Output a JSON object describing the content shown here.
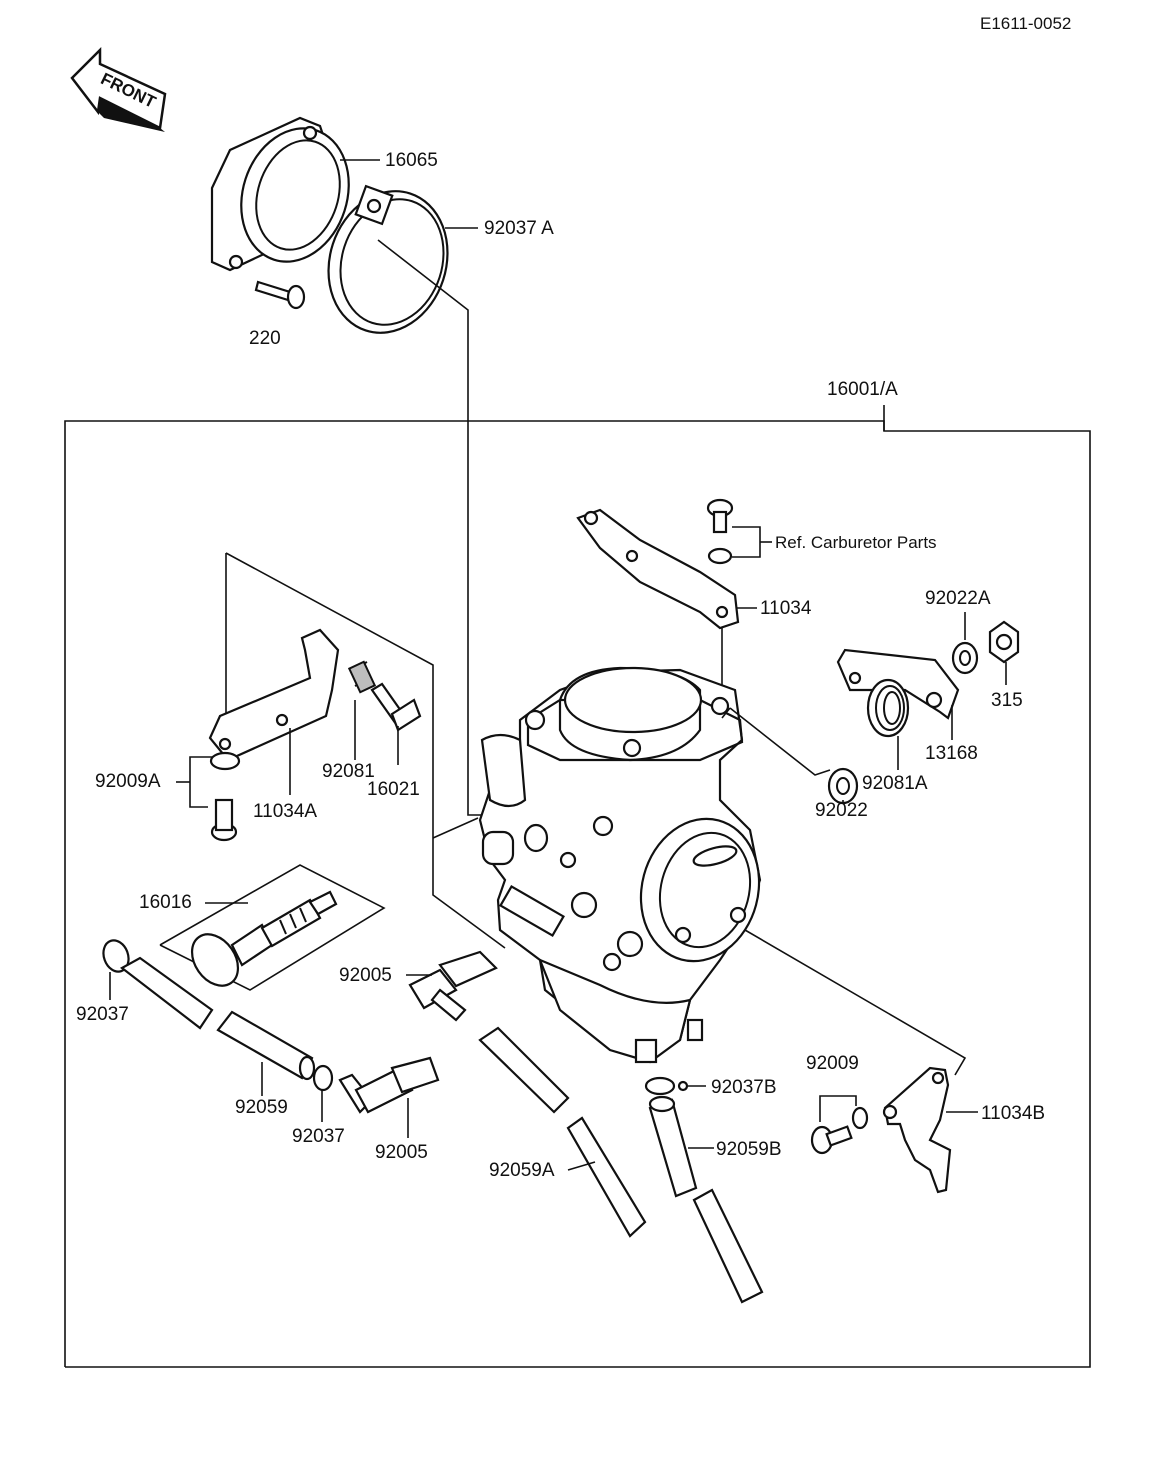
{
  "diagram": {
    "code": "E1611-0052",
    "front_label": "FRONT",
    "assembly_label": "16001/A",
    "reference_note": "Ref.  Carburetor Parts"
  },
  "labels": {
    "p16065": "16065",
    "p92037A_top": "92037 A",
    "p220": "220",
    "p11034": "11034",
    "p92022A": "92022A",
    "p315": "315",
    "p13168": "13168",
    "p92081A": "92081A",
    "p92022": "92022",
    "p92081": "92081",
    "p16021": "16021",
    "p92009A": "92009A",
    "p11034A": "11034A",
    "p16016": "16016",
    "p92037_left": "92037",
    "p92005_a": "92005",
    "p92059": "92059",
    "p92037_mid": "92037",
    "p92005_b": "92005",
    "p92037B": "92037B",
    "p92009": "92009",
    "p11034B": "11034B",
    "p92059B": "92059B",
    "p92059A": "92059A"
  }
}
